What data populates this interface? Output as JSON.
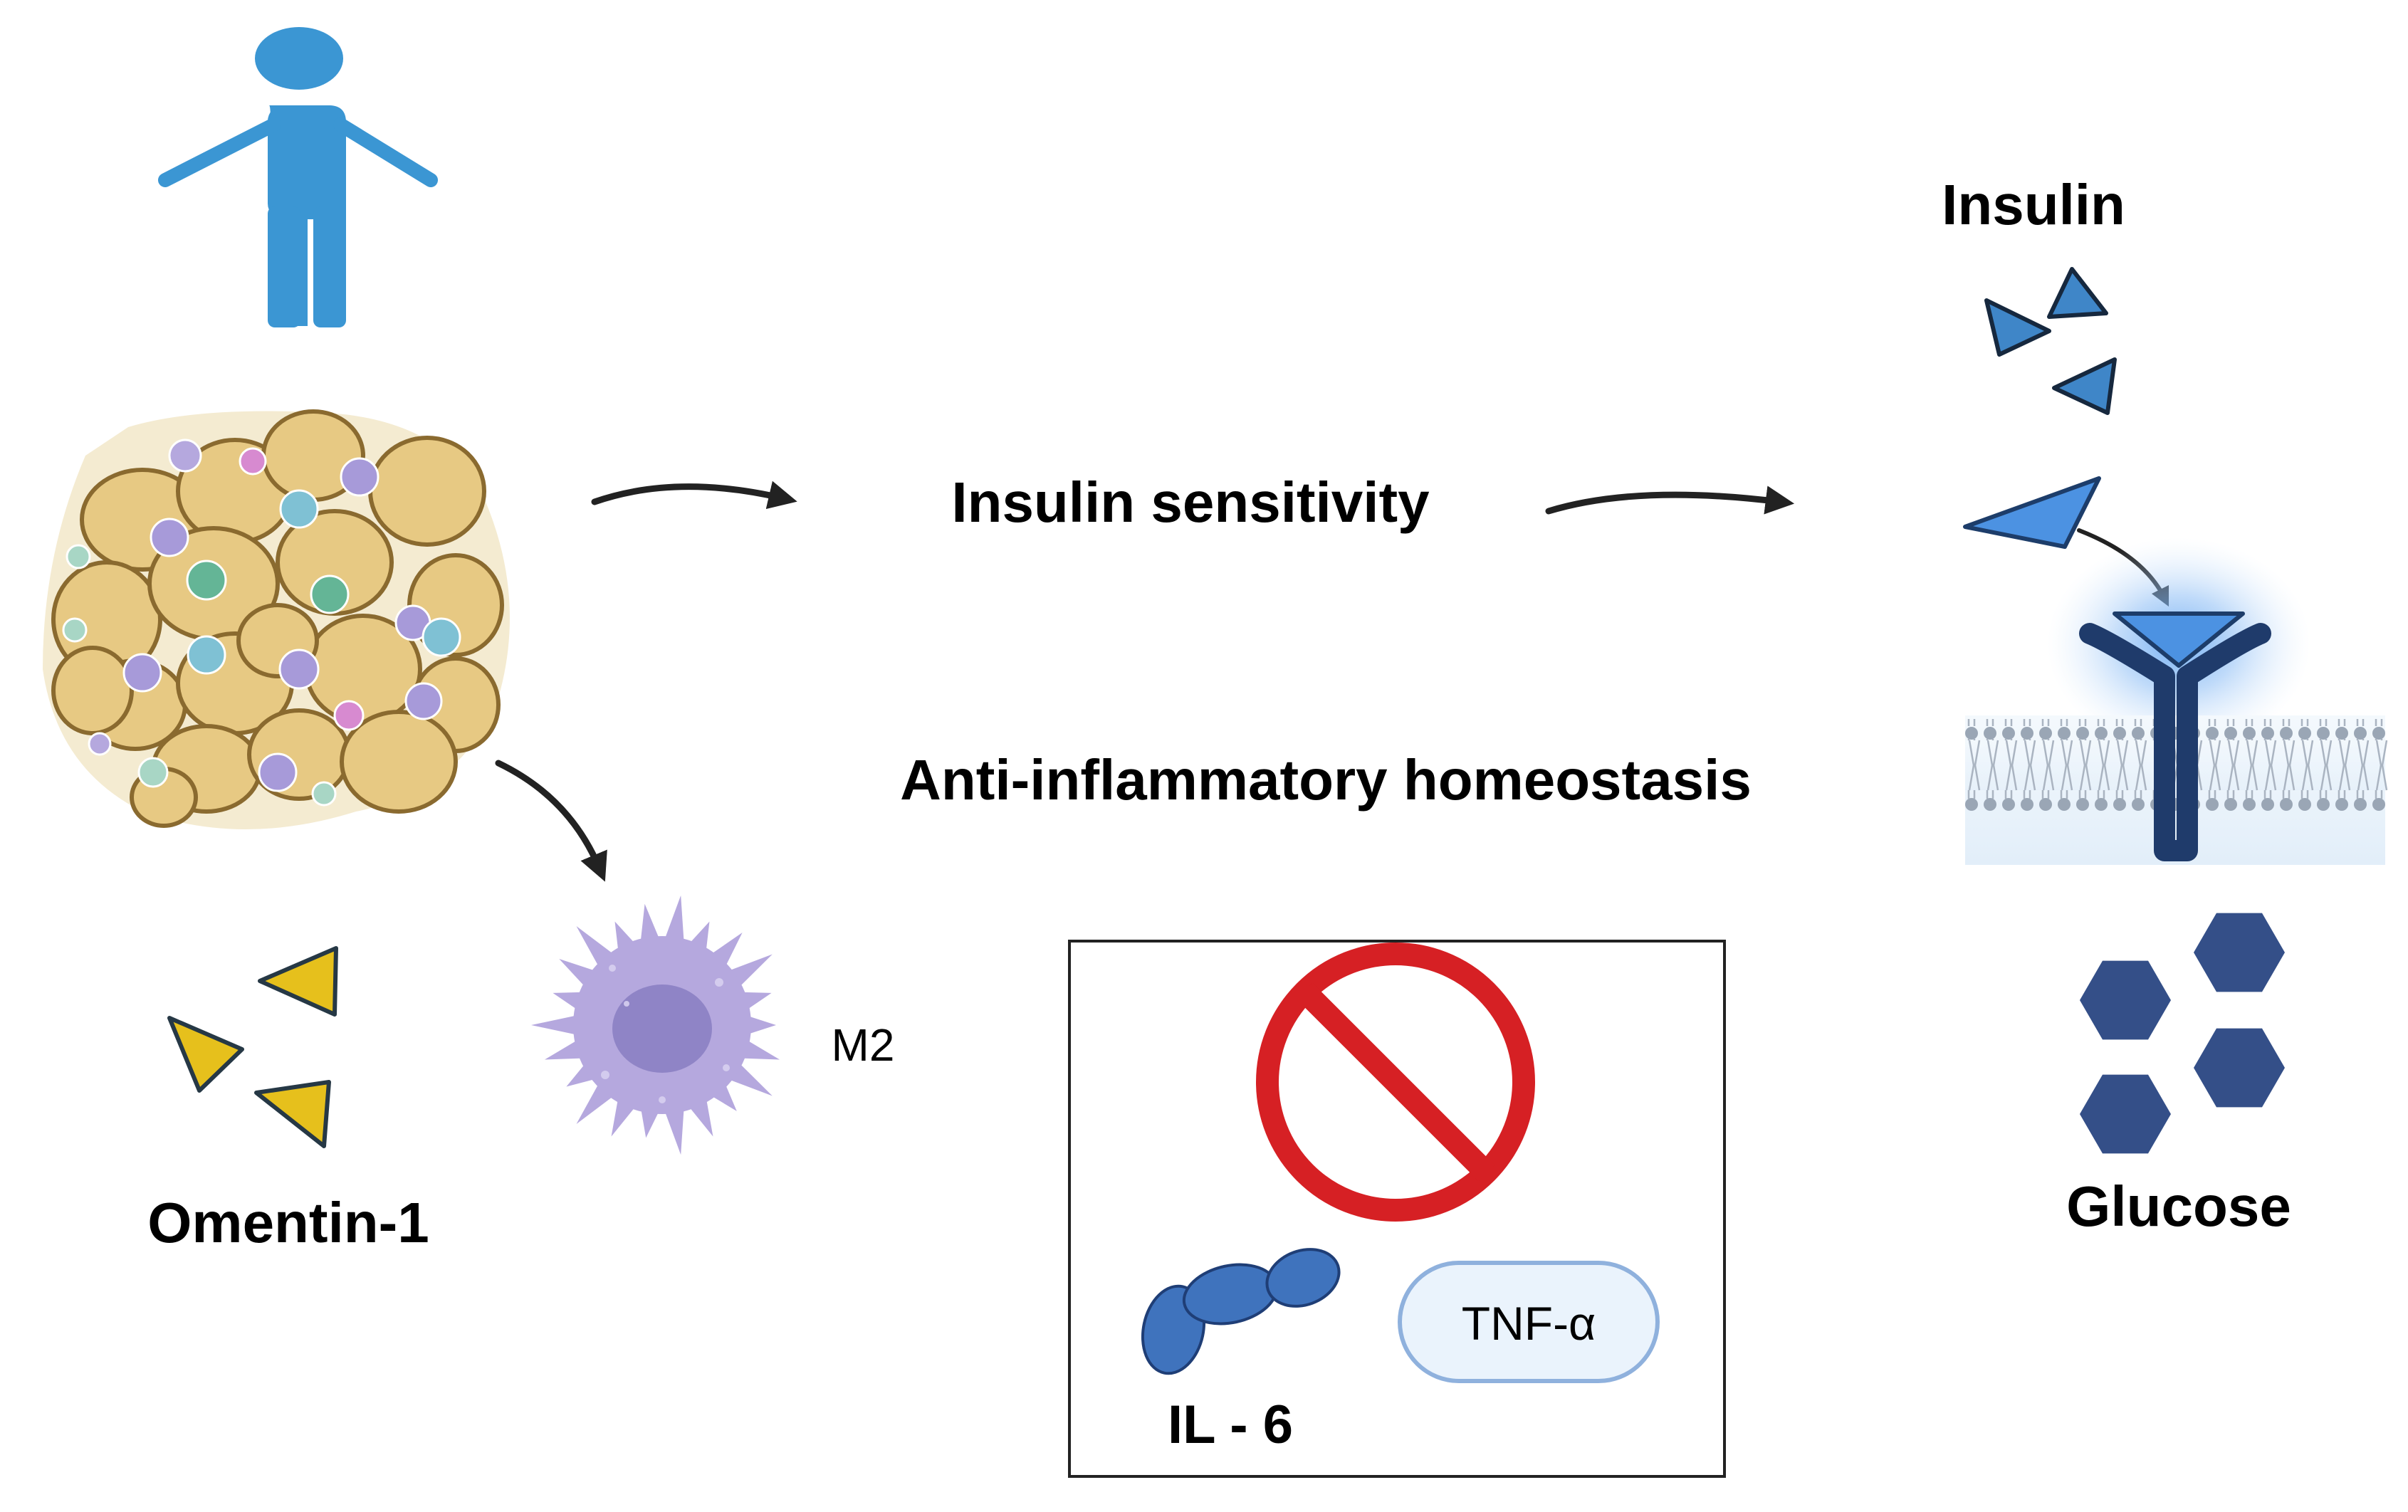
{
  "labels": {
    "insulin": "Insulin",
    "insulin_sensitivity": "Insulin sensitivity",
    "anti_inflammatory": "Anti-inflammatory homeostasis",
    "omentin": "Omentin-1",
    "m2": "M2",
    "glucose": "Glucose",
    "il6": "IL - 6",
    "tnf": "TNF-α"
  },
  "colors": {
    "person": "#3b96d3",
    "adipocyte": "#e7c983",
    "adipocyte_outline": "#8a6a2f",
    "omentin": "#e6c01c",
    "insulin": "#3f86c8",
    "insulin_bright": "#4c92e2",
    "receptor": "#1f3b6b",
    "glucose": "#344f88",
    "macrophage": "#b5a8de",
    "macrophage_nucleus": "#8f84c6",
    "il6": "#3f73bd",
    "tnf_fill": "#eaf3fc",
    "tnf_stroke": "#8fb1dd",
    "inhibit": "#d62024",
    "arrow": "#222222"
  },
  "icons": [
    "person-icon",
    "adipose-tissue-icon",
    "omentin-icon",
    "macrophage-icon",
    "insulin-icon",
    "insulin-receptor-icon",
    "cell-membrane-icon",
    "glucose-icon",
    "prohibited-icon",
    "il6-icon",
    "tnf-badge"
  ]
}
